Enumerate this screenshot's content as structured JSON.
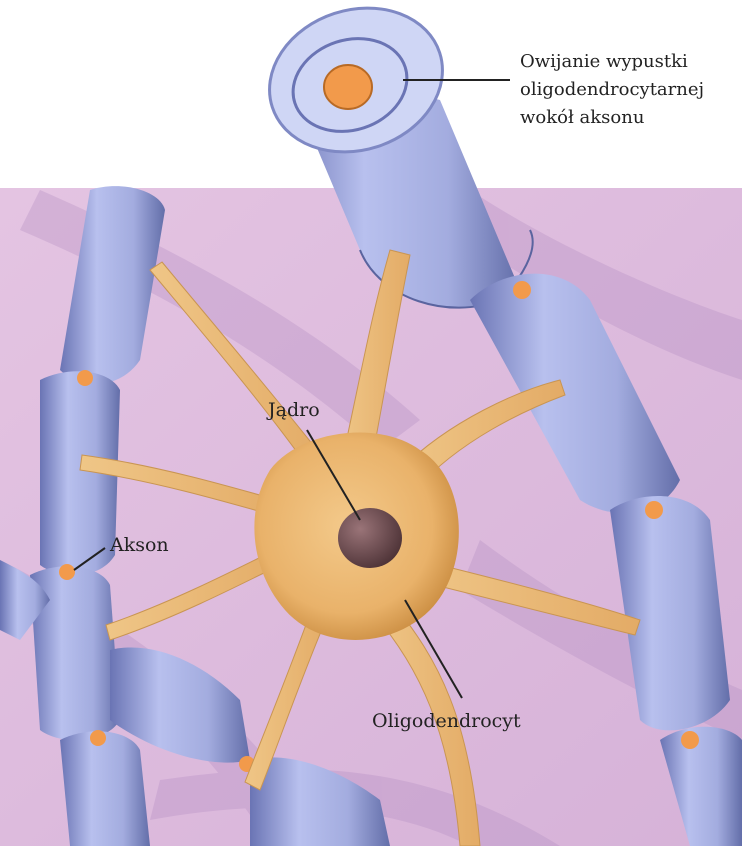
{
  "labels": {
    "myelin_wrap": [
      "Owijanie wypustki",
      "oligodendrocytarnej",
      "wokół aksonu"
    ],
    "nucleus": "Jądro",
    "axon": "Akson",
    "cell": "Oligodendrocyt"
  },
  "colors": {
    "background_tissue": "#dcbcdc",
    "background_top": "#ffffff",
    "myelin": "#a9b3e8",
    "myelin_shadow": "#5f6aab",
    "cell_body": "#f2c27d",
    "cell_shadow": "#c88d3e",
    "nucleus": "#6b4a4f",
    "axon_core": "#f29a4b",
    "leader_line": "#222222"
  }
}
